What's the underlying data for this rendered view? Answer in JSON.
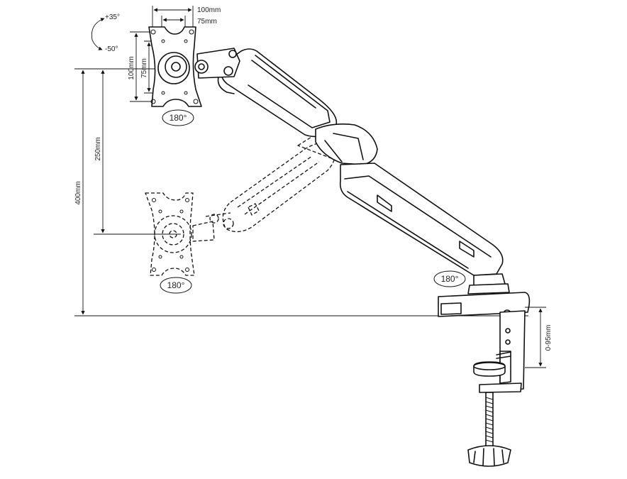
{
  "dimensions": {
    "vesa_large": "100mm",
    "vesa_small": "75mm",
    "vesa_large_vertical": "100mm",
    "vesa_small_vertical": "75mm",
    "height_max": "400mm",
    "height_range": "250mm",
    "clamp_thickness": "0-95mm"
  },
  "angles": {
    "tilt_up": "+35°",
    "tilt_down": "-50°",
    "rotate_top_monitor": "180°",
    "rotate_bottom_monitor": "180°",
    "rotate_base": "180°"
  }
}
